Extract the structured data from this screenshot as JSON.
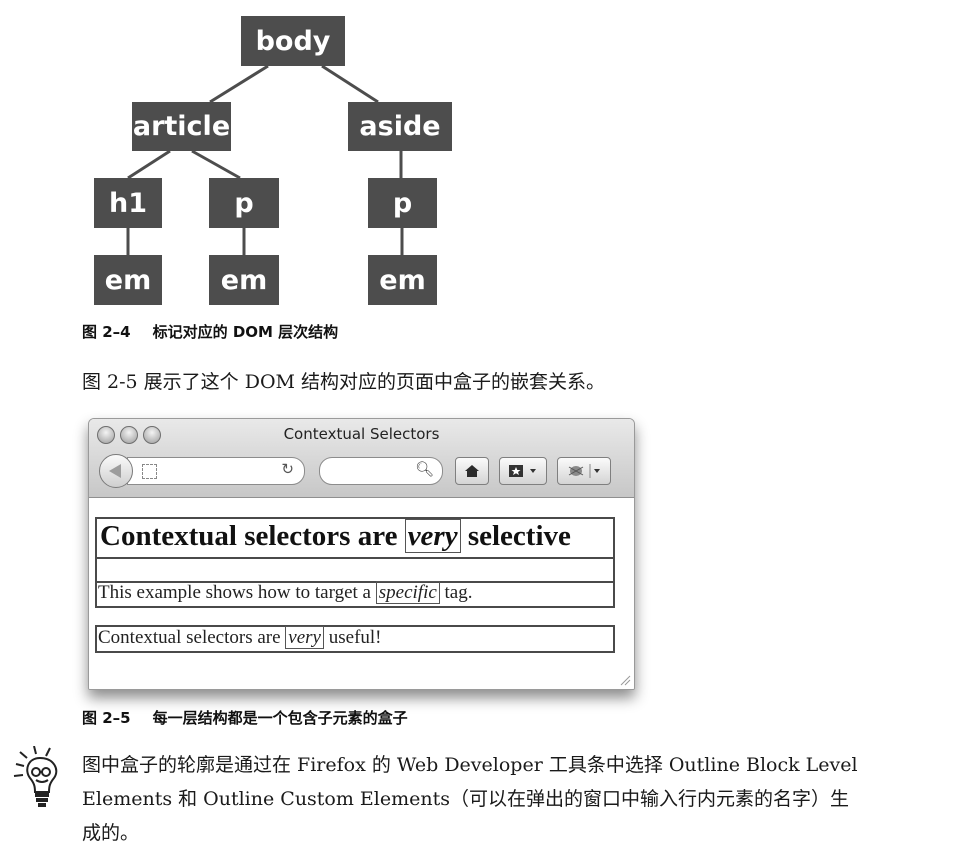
{
  "tree": {
    "nodes": [
      "body",
      "article",
      "aside",
      "h1",
      "p",
      "p",
      "em",
      "em",
      "em"
    ],
    "fill": "#4d4d4d"
  },
  "caption1": {
    "num": "图 2–4",
    "text": "标记对应的 DOM 层次结构"
  },
  "paragraph": "图 2-5 展示了这个 DOM 结构对应的页面中盒子的嵌套关系。",
  "browser": {
    "title": "Contextual Selectors",
    "reload_icon": "reload-icon",
    "search_icon": "search-icon",
    "h1": {
      "before": "Contextual selectors are ",
      "em": "very",
      "after": " selective"
    },
    "p1": {
      "before": "This example shows how to target a ",
      "em": "specific",
      "after": " tag."
    },
    "p2": {
      "before": "Contextual selectors are ",
      "em": "very",
      "after": " useful!"
    }
  },
  "caption2": {
    "num": "图 2–5",
    "text": "每一层结构都是一个包含子元素的盒子"
  },
  "note": {
    "line1": "图中盒子的轮廓是通过在 Firefox 的 Web Developer 工具条中选择 Outline Block Level",
    "line2": "Elements 和 Outline Custom Elements（可以在弹出的窗口中输入行内元素的名字）生",
    "line3": "成的。",
    "icon": "lightbulb-icon"
  }
}
